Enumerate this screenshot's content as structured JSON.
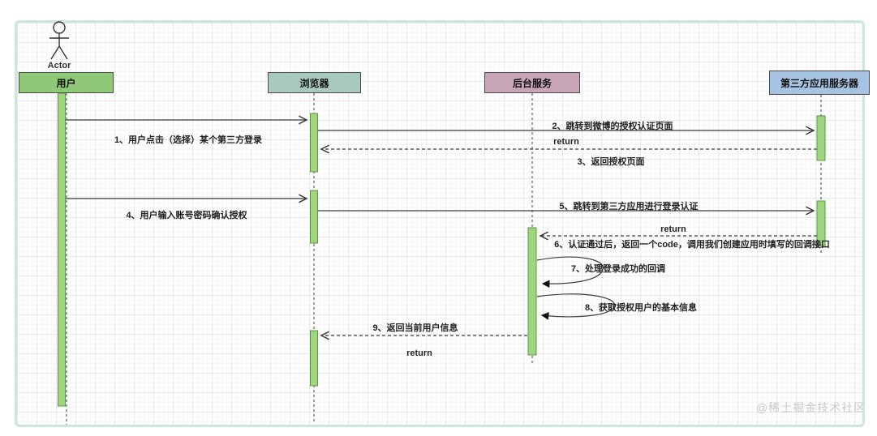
{
  "diagram": {
    "type": "uml-sequence",
    "actor": {
      "label": "Actor"
    },
    "participants": [
      {
        "label": "用户",
        "fill": "#8fc877"
      },
      {
        "label": "浏览器",
        "fill": "#a8c9bc"
      },
      {
        "label": "后台服务",
        "fill": "#c9a5b8"
      },
      {
        "label": "第三方应用服务器",
        "fill": "#a6c3e3"
      }
    ],
    "messages": [
      {
        "label": "1、用户点击（选择）某个第三方登录",
        "from": "用户",
        "to": "浏览器",
        "line": "solid"
      },
      {
        "label": "2、跳转到微博的授权认证页面",
        "from": "浏览器",
        "to": "第三方应用服务器",
        "line": "solid"
      },
      {
        "label": "return",
        "from": "第三方应用服务器",
        "to": "浏览器",
        "line": "dashed"
      },
      {
        "label": "3、返回授权页面",
        "from": "第三方应用服务器",
        "to": "浏览器",
        "line": "dashed"
      },
      {
        "label": "4、用户输入账号密码确认授权",
        "from": "用户",
        "to": "浏览器",
        "line": "solid"
      },
      {
        "label": "5、跳转到第三方应用进行登录认证",
        "from": "浏览器",
        "to": "第三方应用服务器",
        "line": "solid"
      },
      {
        "label": "return",
        "from": "第三方应用服务器",
        "to": "后台服务",
        "line": "dashed"
      },
      {
        "label": "6、认证通过后，返回一个code，调用我们创建应用时填写的回调接口",
        "from": "第三方应用服务器",
        "to": "后台服务",
        "line": "dashed"
      },
      {
        "label": "7、处理登录成功的回调",
        "from": "后台服务",
        "to": "后台服务",
        "line": "self"
      },
      {
        "label": "8、获取授权用户的基本信息",
        "from": "后台服务",
        "to": "后台服务",
        "line": "self"
      },
      {
        "label": "9、返回当前用户信息",
        "from": "后台服务",
        "to": "浏览器",
        "line": "dashed"
      },
      {
        "label": "return",
        "from": "后台服务",
        "to": "浏览器",
        "line": "dashed"
      }
    ],
    "watermark": "@稀土掘金技术社区",
    "colors": {
      "activation_fill": "#9ed67d",
      "activation_border": "#5e9648",
      "frame_border": "#c9e8d9",
      "line": "#3c3c3c",
      "watermark_text": "#c8c8c8"
    }
  }
}
